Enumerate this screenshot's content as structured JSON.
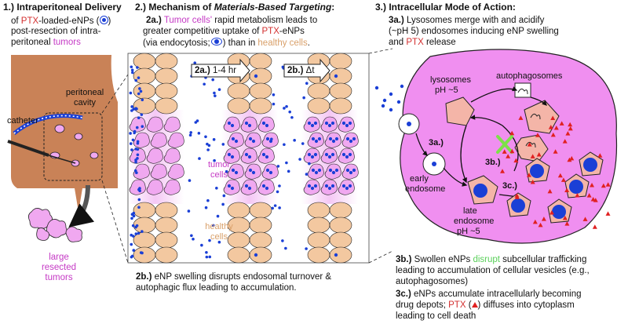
{
  "panel1": {
    "title": "1.) Intraperitoneal Delivery",
    "line1_a": "of ",
    "line1_ptx": "PTX",
    "line1_b": "-loaded-eNPs (",
    "line1_c": ")",
    "line2": "post-resection of intra-",
    "line3_a": "peritoneal ",
    "line3_b": "tumors",
    "cavity_1": "peritoneal",
    "cavity_2": "cavity",
    "catheter": "catheter",
    "resected_1": "large",
    "resected_2": "resected",
    "resected_3": "tumors"
  },
  "panel2": {
    "title_a": "2.) Mechanism of ",
    "title_b": "Materials-Based Targeting",
    "title_c": ":",
    "p2a_num": "2a.)",
    "p2a_1": " Tumor cells'",
    "p2a_2": " rapid metabolism leads to",
    "p2a_3": "greater competitive uptake of ",
    "p2a_ptx": "PTX",
    "p2a_4": "-eNPs",
    "p2a_5": "(via endocytosis;",
    "p2a_6": ") than in ",
    "p2a_7": "healthy cells",
    "p2a_8": ".",
    "arrow1": "2a.)",
    "arrow1_time": "1-4 hr",
    "arrow2": "2b.)",
    "arrow2_time": "Δt",
    "tumor_1": "tumor",
    "tumor_2": "cells",
    "healthy_1": "healthy",
    "healthy_2": "cells",
    "p2b_num": "2b.)",
    "p2b_1": " eNP swelling disrupts endosomal turnover &",
    "p2b_2": "autophagic flux leading to accumulation."
  },
  "panel3": {
    "title": "3.) Intracellular Mode of Action:",
    "p3a_num": "3a.)",
    "p3a_1": " Lysosomes merge with and acidify",
    "p3a_2": "(~pH 5) endosomes inducing eNP swelling",
    "p3a_3a": "and ",
    "p3a_3b": "PTX",
    "p3a_3c": " release",
    "autophagosomes": "autophagosomes",
    "lysosomes_1": "lysosomes",
    "lysosomes_2": "pH ~5",
    "step_3a": "3a.)",
    "step_3b": "3b.)",
    "step_3c": "3c.)",
    "early_1": "early",
    "early_2": "endosome",
    "late_1": "late",
    "late_2": "endosome",
    "late_3": "pH ~5",
    "p3b_num": "3b.)",
    "p3b_1a": " Swollen eNPs ",
    "p3b_1b": "disrupt",
    "p3b_1c": " subcellular trafficking",
    "p3b_2": "leading to accumulation of cellular vesicles (e.g.,",
    "p3b_3": "autophagosomes)",
    "p3c_num": "3c.)",
    "p3c_1": " eNPs accumulate intracellularly becoming",
    "p3c_2a": "drug depots; ",
    "p3c_2b": "PTX",
    "p3c_2c": " (",
    "p3c_2d": ") diffuses into cytoplasm",
    "p3c_3": "leading to cell death"
  },
  "colors": {
    "body_tan": "#c98257",
    "cell_tan": "#f3c8a0",
    "tumor_pink": "#f0a8f0",
    "cytoplasm": "#f08ff0",
    "np_blue": "#1a3fd6",
    "ptx_red": "#e02020",
    "x_green": "#7ee04a"
  }
}
